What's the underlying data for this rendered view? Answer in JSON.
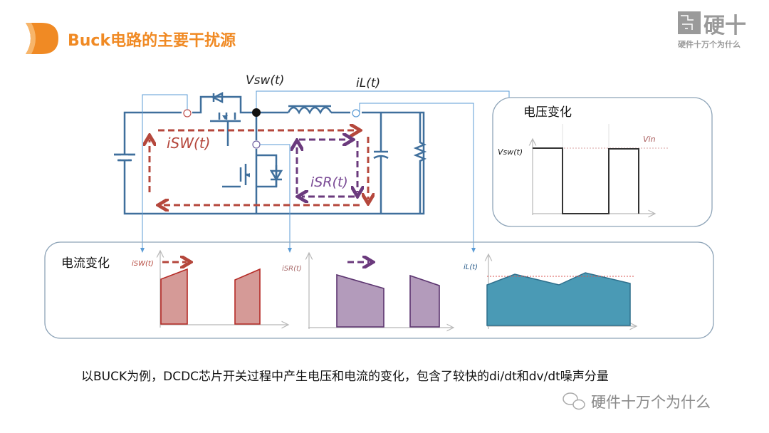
{
  "slide": {
    "title": "Buck电路的主要干扰源",
    "logo": {
      "main": "硬十",
      "sub": "硬件十万个为什么"
    },
    "circuit": {
      "vsw_label": "Vsw(t)",
      "il_label": "iL(t)",
      "isw_label": "iSW(t)",
      "isr_label": "iSR(t)"
    },
    "voltage_panel": {
      "title": "电压变化",
      "y_label": "Vsw(t)",
      "level_label": "Vin"
    },
    "current_panel": {
      "title": "电流变化",
      "charts": [
        {
          "label": "iSW(t)"
        },
        {
          "label": "iSR(t)"
        },
        {
          "label": "iL(t)"
        }
      ]
    },
    "caption": "以BUCK为例，DCDC芯片开关过程中产生电压和电流的变化，包含了较快的di/dt和dv/dt噪声分量",
    "watermark": "硬件十万个为什么",
    "colors": {
      "accent": "#f08a24",
      "isw": "#b5473c",
      "isr": "#6b3a7d",
      "il": "#4a9ab5",
      "wire": "#3f6f9c"
    }
  }
}
